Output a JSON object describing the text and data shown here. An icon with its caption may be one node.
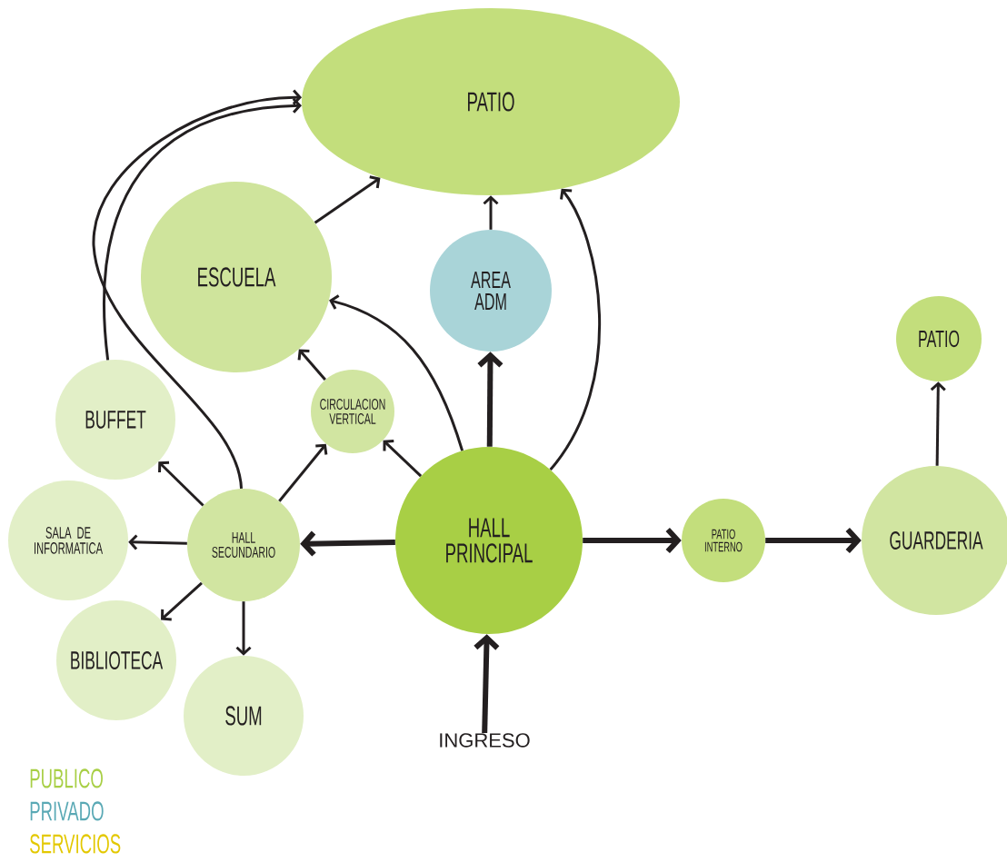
{
  "diagram": {
    "nodes": [
      {
        "text": [
          "PATIO"
        ]
      },
      {
        "text": [
          "ESCUELA"
        ]
      },
      {
        "text": [
          "AREA ADM"
        ]
      },
      {
        "text": [
          "PATIO"
        ]
      },
      {
        "text": [
          "BUFFET"
        ]
      },
      {
        "text": [
          "CIRCULACION VERTICAL"
        ]
      },
      {
        "text": [
          "SALA DE INFORMATICA"
        ]
      },
      {
        "text": [
          "HALL SECUNDARIO"
        ]
      },
      {
        "text": [
          "HALL PRINCIPAL"
        ]
      },
      {
        "text": [
          "PATIO INTERNO"
        ]
      },
      {
        "text": [
          "GUARDERIA"
        ]
      },
      {
        "text": [
          "BIBLIOTECA"
        ]
      },
      {
        "text": [
          "SUM"
        ]
      },
      {
        "text": [
          "INGRESO"
        ]
      }
    ],
    "edges": [
      {
        "from": 4,
        "to": 0,
        "arrow": "to"
      },
      {
        "from": 7,
        "to": 0,
        "arrow": "to"
      },
      {
        "from": 1,
        "to": 0,
        "arrow": "to"
      },
      {
        "from": 2,
        "to": 0,
        "arrow": "to"
      },
      {
        "from": 8,
        "to": 0,
        "arrow": "to"
      },
      {
        "from": 8,
        "to": 1,
        "arrow": "to"
      },
      {
        "from": 5,
        "to": 1,
        "arrow": "to"
      },
      {
        "from": 8,
        "to": 5,
        "arrow": "to"
      },
      {
        "from": 7,
        "to": 5,
        "arrow": "to"
      },
      {
        "from": 8,
        "to": 2,
        "arrow": "to",
        "style": "thick"
      },
      {
        "from": 8,
        "to": 7,
        "arrow": "to",
        "style": "thick"
      },
      {
        "from": 7,
        "to": 4,
        "arrow": "to"
      },
      {
        "from": 7,
        "to": 6,
        "arrow": "to"
      },
      {
        "from": 7,
        "to": 11,
        "arrow": "to"
      },
      {
        "from": 7,
        "to": 12,
        "arrow": "to"
      },
      {
        "from": 8,
        "to": 9,
        "arrow": "to",
        "style": "thick"
      },
      {
        "from": 9,
        "to": 10,
        "arrow": "to",
        "style": "thick"
      },
      {
        "from": 10,
        "to": 3,
        "arrow": "to"
      },
      {
        "from": 13,
        "to": 8,
        "arrow": "to",
        "style": "thick"
      }
    ],
    "legend": [
      {
        "text": "PUBLICO",
        "color": "#a8cf45"
      },
      {
        "text": "PRIVADO",
        "color": "#5aa9b5"
      },
      {
        "text": "SERVICIOS",
        "color": "#e3c800"
      }
    ]
  }
}
